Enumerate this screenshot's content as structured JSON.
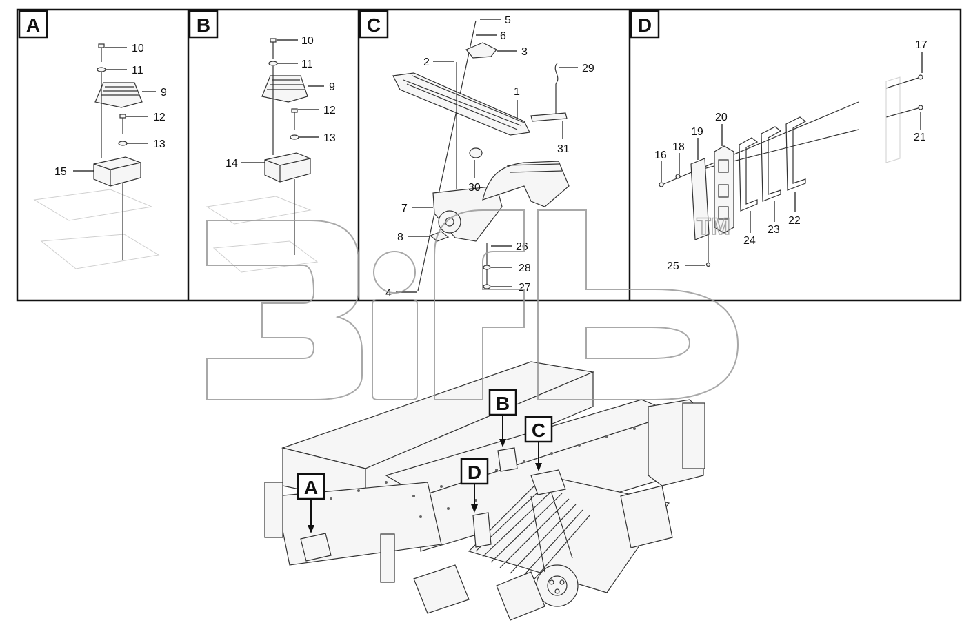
{
  "panels": [
    {
      "letter": "A",
      "callouts": [
        "10",
        "11",
        "9",
        "12",
        "13",
        "15"
      ]
    },
    {
      "letter": "B",
      "callouts": [
        "10",
        "11",
        "9",
        "12",
        "13",
        "14"
      ]
    },
    {
      "letter": "C",
      "callouts": [
        "5",
        "6",
        "3",
        "2",
        "1",
        "29",
        "31",
        "30",
        "7",
        "8",
        "26",
        "28",
        "27",
        "4"
      ]
    },
    {
      "letter": "D",
      "callouts": [
        "17",
        "21",
        "20",
        "19",
        "18",
        "16",
        "24",
        "23",
        "22",
        "25"
      ]
    }
  ],
  "overview_markers": [
    "A",
    "B",
    "C",
    "D"
  ],
  "watermark": {
    "text": "3ifb",
    "tm": "TM"
  },
  "colors": {
    "line": "#111111",
    "ghost": "#cfcfcf",
    "watermark_stroke": "#999999"
  }
}
